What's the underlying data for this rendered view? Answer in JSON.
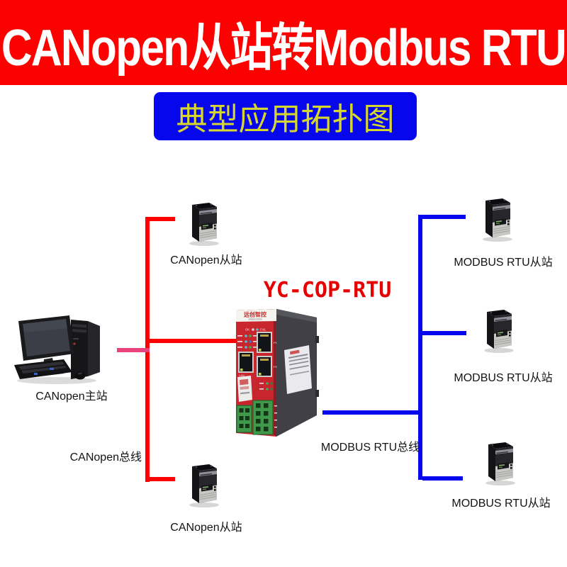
{
  "title_banner": {
    "text": "CANopen从站转Modbus RTU",
    "bg": "#fb0100",
    "fg": "#ffffff"
  },
  "subtitle_banner": {
    "text": "典型应用拓扑图",
    "bg": "#0707ee",
    "fg": "#d6d62e"
  },
  "gateway": {
    "name": "YC-COP-RTU",
    "name_color": "#e60000",
    "brand": "远创智控",
    "brand_caption": "VisionControl",
    "led_ok": "OK",
    "led_fail": "FAIL",
    "port_p1": "P1",
    "port_p2": "P2",
    "port_lan": "LAN"
  },
  "nodes": {
    "master": {
      "label": "CANopen主站"
    },
    "canopen_slave_top": {
      "label": "CANopen从站"
    },
    "canopen_slave_bottom": {
      "label": "CANopen从站"
    },
    "modbus_slave_top": {
      "label": "MODBUS RTU从站"
    },
    "modbus_slave_middle": {
      "label": "MODBUS RTU从站"
    },
    "modbus_slave_bottom": {
      "label": "MODBUS RTU从站"
    }
  },
  "buses": {
    "canopen": {
      "label": "CANopen总线",
      "color": "#ff0000",
      "pc_link_color": "#e8437c"
    },
    "modbus": {
      "label": "MODBUS RTU总线",
      "color": "#0707ee"
    }
  }
}
